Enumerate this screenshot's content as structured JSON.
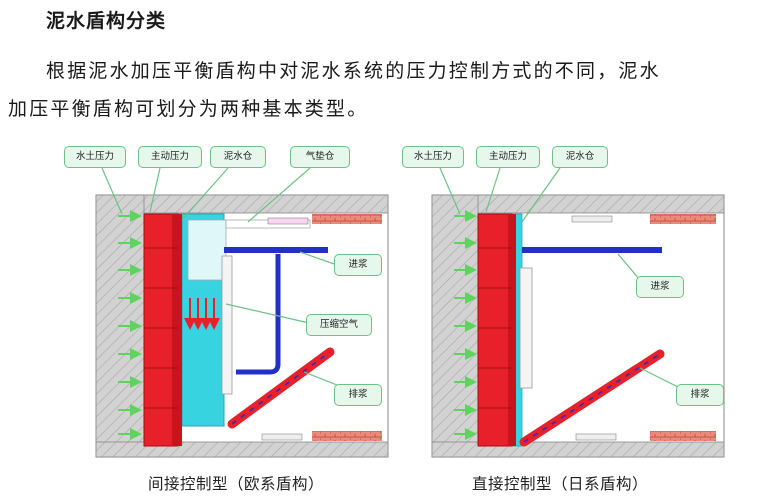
{
  "section": {
    "title": "泥水盾构分类",
    "paragraph_line1": "根据泥水加压平衡盾构中对泥水系统的压力控制方式的不同，泥水",
    "paragraph_line2": "加压平衡盾构可划分为两种基本类型。"
  },
  "figure_left": {
    "labels": {
      "soil_water_pressure": "水土压力",
      "active_pressure": "主动压力",
      "slurry_chamber": "泥水仓",
      "air_cushion_chamber": "气垫仓",
      "slurry_feed": "进浆",
      "compressed_air": "压缩空气",
      "slurry_discharge": "排浆"
    },
    "caption": "间接控制型（欧系盾构）"
  },
  "figure_right": {
    "labels": {
      "soil_water_pressure": "水土压力",
      "active_pressure": "主动压力",
      "slurry_chamber": "泥水仓",
      "slurry_feed": "进浆",
      "slurry_discharge": "排浆"
    },
    "caption": "直接控制型（日系盾构）"
  },
  "colors": {
    "cutter_red": "#e8202a",
    "water_cyan": "#37d3e0",
    "pipe_blue": "#2230c8",
    "arrow_green": "#5dd45d",
    "callout_fill": "#e6f7ec",
    "callout_border": "#6cc283",
    "ground_gray": "#c9c9c9"
  }
}
